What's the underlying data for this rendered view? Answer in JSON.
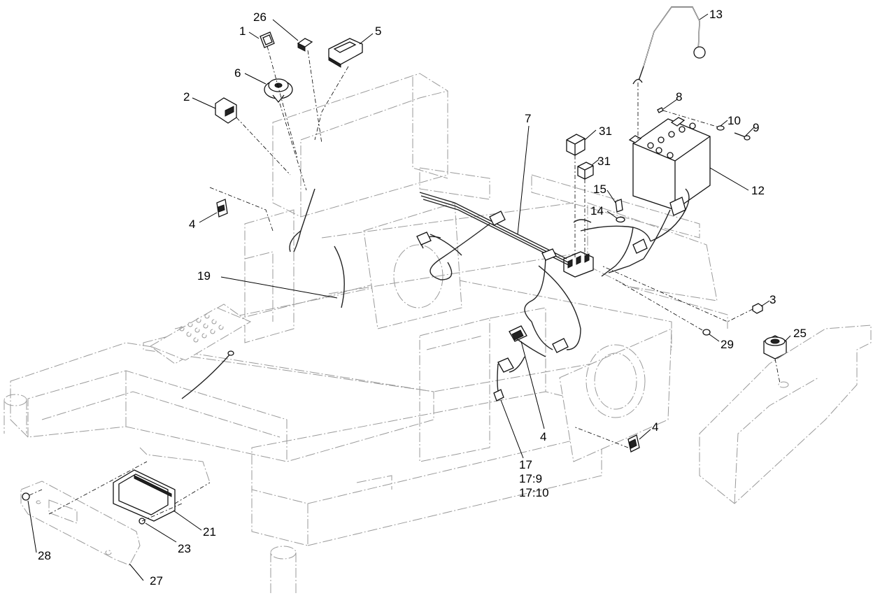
{
  "callouts": {
    "c1": "1",
    "c2": "2",
    "c3": "3",
    "c4a": "4",
    "c4b": "4",
    "c4c": "4",
    "c5": "5",
    "c6": "6",
    "c7": "7",
    "c8": "8",
    "c9": "9",
    "c10": "10",
    "c12": "12",
    "c13": "13",
    "c14": "14",
    "c15": "15",
    "c17": "17",
    "c17_9": "17:9",
    "c17_10": "17:10",
    "c19": "19",
    "c21": "21",
    "c23": "23",
    "c25": "25",
    "c26": "26",
    "c27": "27",
    "c28": "28",
    "c29": "29",
    "c31a": "31",
    "c31b": "31"
  }
}
